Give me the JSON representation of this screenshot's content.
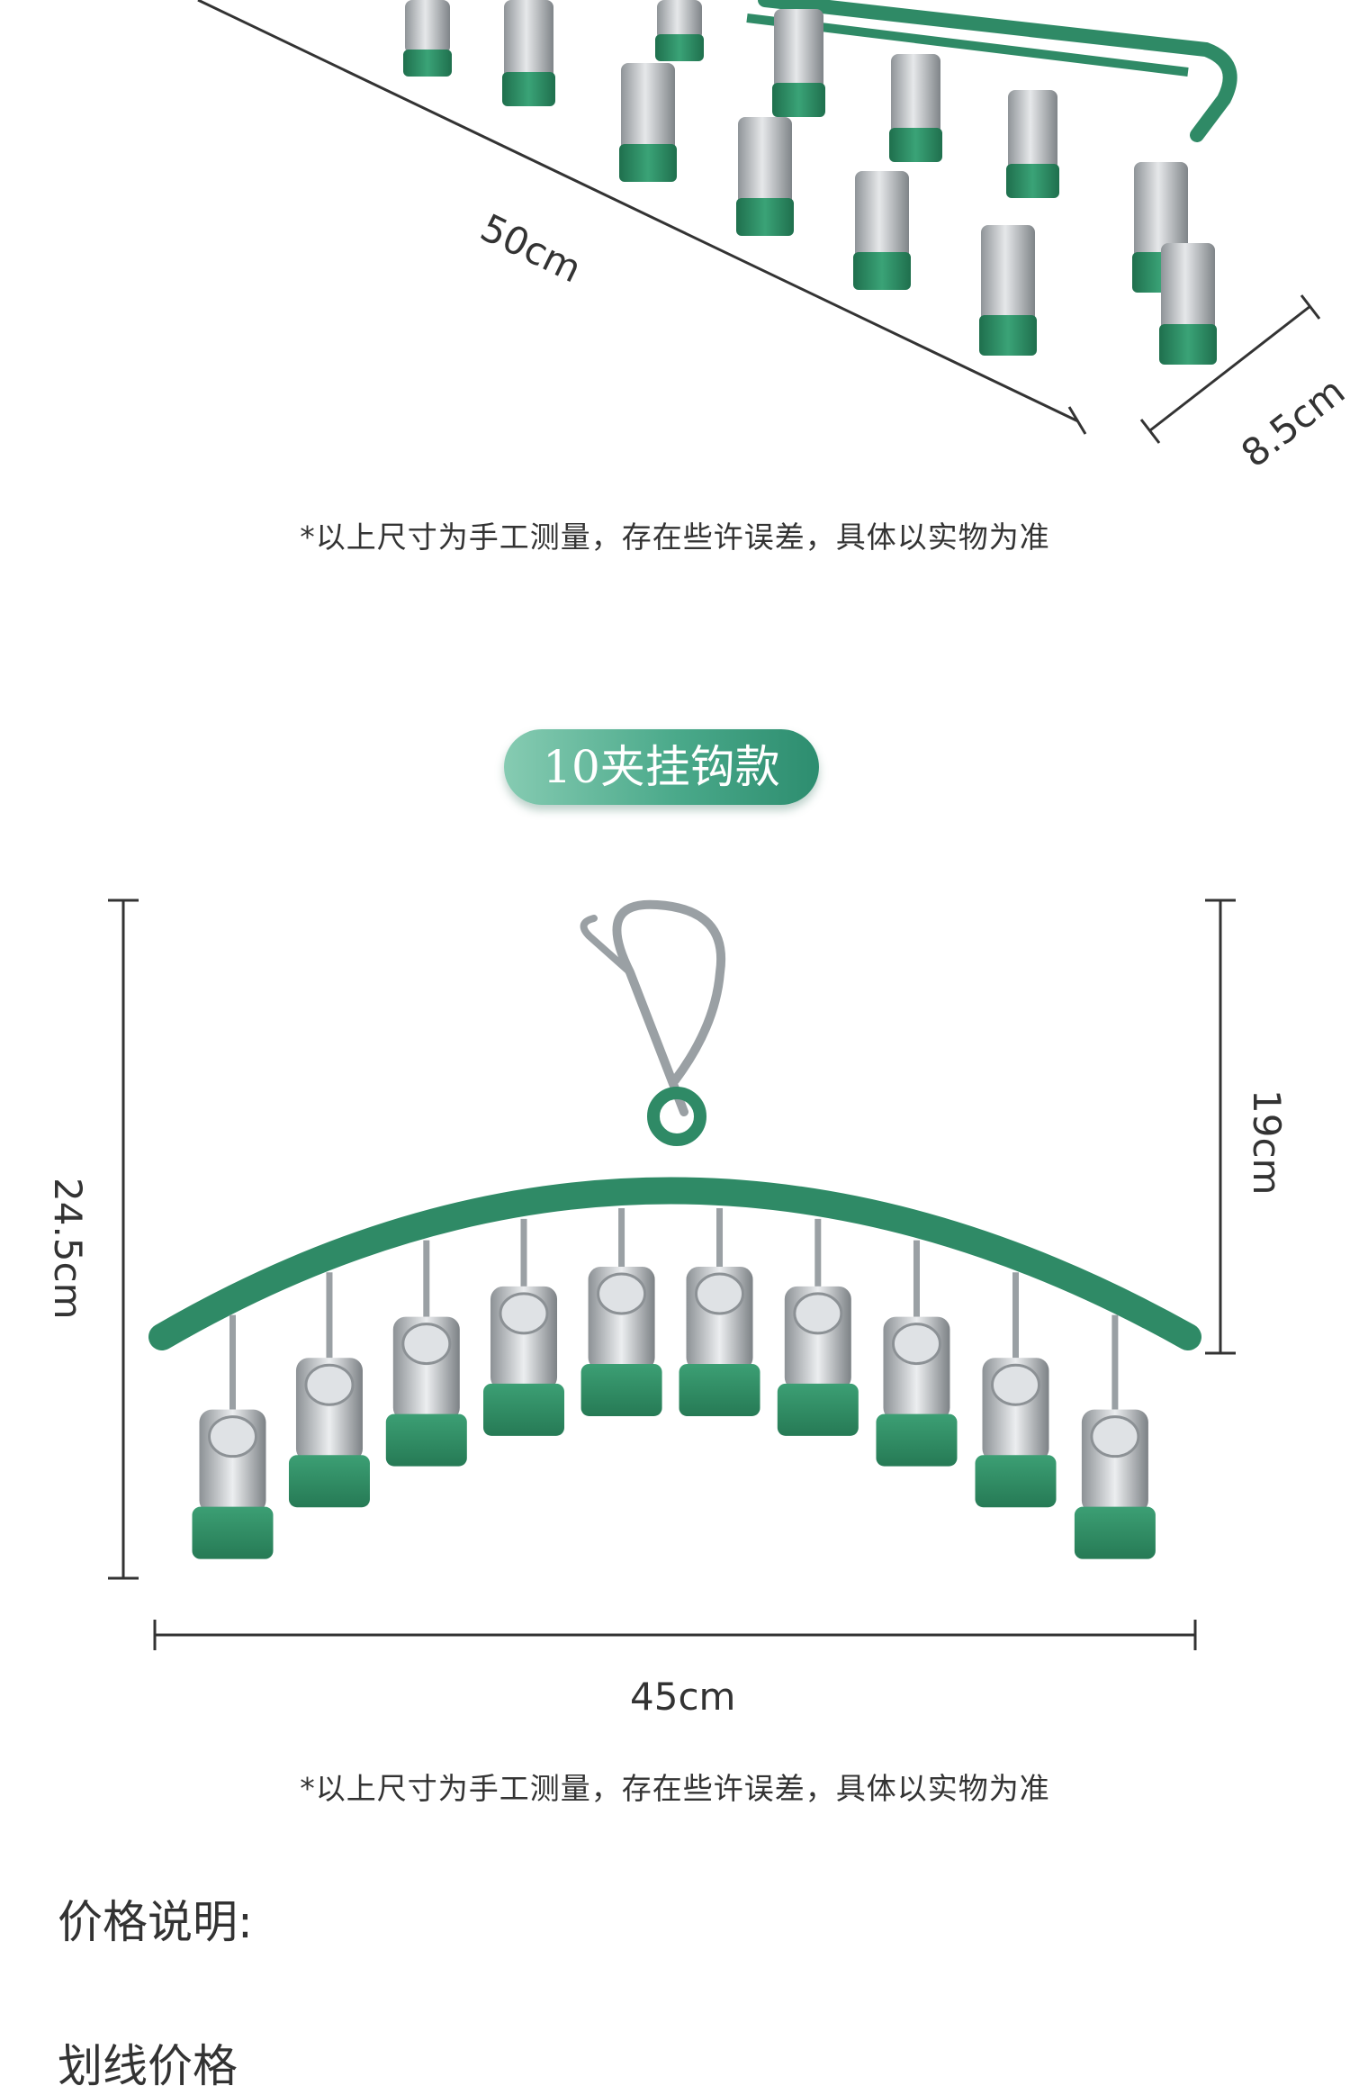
{
  "section1": {
    "length_label": "50cm",
    "width_label": "8.5cm",
    "note": "*以上尺寸为手工测量，存在些许误差，具体以实物为准"
  },
  "section2": {
    "badge": "10夹挂钩款",
    "height_label": "24.5cm",
    "hook_height_label": "19cm",
    "width_label": "45cm",
    "note": "*以上尺寸为手工测量，存在些许误差，具体以实物为准"
  },
  "price": {
    "heading": "价格说明:",
    "strikethrough_heading": "划线价格"
  },
  "colors": {
    "hanger_green": "#2f8a66",
    "clip_green": "#2c8a60",
    "steel": "#b9bdc1"
  }
}
